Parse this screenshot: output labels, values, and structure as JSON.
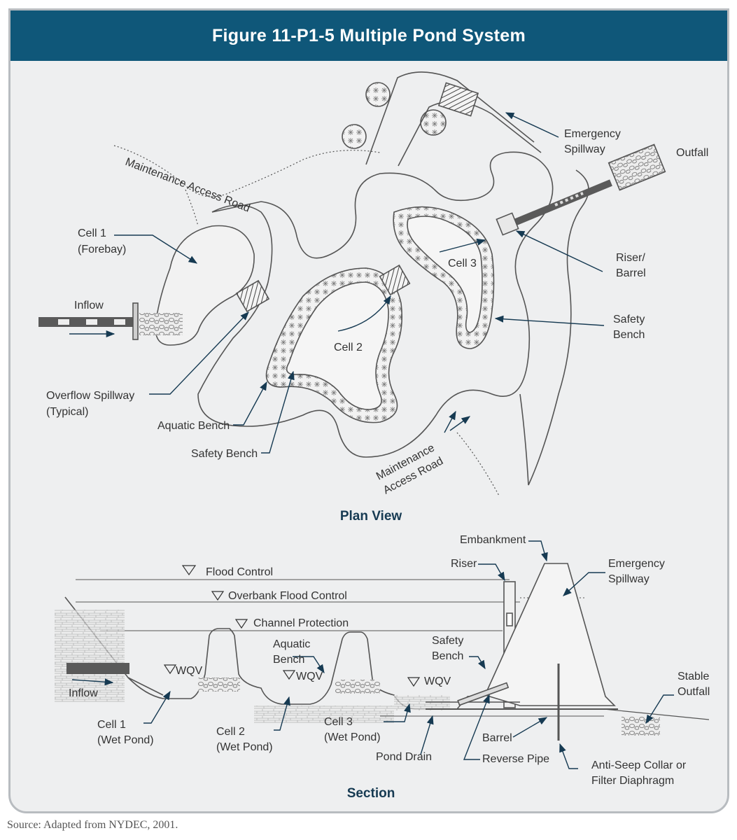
{
  "title": "Figure 11-P1-5  Multiple Pond System",
  "plan_view": {
    "heading": "Plan View",
    "labels": {
      "maintenance_road_top": "Maintenance Access Road",
      "emergency_spillway": [
        "Emergency",
        "Spillway"
      ],
      "outfall": "Outfall",
      "cell1": [
        "Cell 1",
        "(Forebay)"
      ],
      "inflow": "Inflow",
      "riser_barrel": [
        "Riser/",
        "Barrel"
      ],
      "cell3": "Cell 3",
      "safety_bench_right": [
        "Safety",
        "Bench"
      ],
      "cell2": "Cell 2",
      "overflow_spillway": [
        "Overflow Spillway",
        "(Typical)"
      ],
      "aquatic_bench": "Aquatic Bench",
      "safety_bench": "Safety Bench",
      "maintenance_road_bottom": [
        "Maintenance",
        "Access Road"
      ]
    }
  },
  "section": {
    "heading": "Section",
    "labels": {
      "embankment": "Embankment",
      "riser": "Riser",
      "emergency_spillway": [
        "Emergency",
        "Spillway"
      ],
      "flood_control": "Flood Control",
      "overbank_flood_control": "Overbank Flood Control",
      "channel_protection": "Channel Protection",
      "aquatic_bench": [
        "Aquatic",
        "Bench"
      ],
      "safety_bench": [
        "Safety",
        "Bench"
      ],
      "wqv": "WQV",
      "stable_outfall": [
        "Stable",
        "Outfall"
      ],
      "inflow": "Inflow",
      "cell1": [
        "Cell 1",
        "(Wet Pond)"
      ],
      "cell2": [
        "Cell 2",
        "(Wet Pond)"
      ],
      "cell3": [
        "Cell 3",
        "(Wet Pond)"
      ],
      "pond_drain": "Pond Drain",
      "barrel": "Barrel",
      "reverse_pipe": "Reverse Pipe",
      "anti_seep": [
        "Anti-Seep Collar or",
        "Filter Diaphragm"
      ]
    }
  },
  "source": "Source: Adapted from NYDEC, 2001.",
  "colors": {
    "header": "#0f5779",
    "background": "#eeeff0",
    "line": "#555555",
    "arrow": "#163a52"
  }
}
